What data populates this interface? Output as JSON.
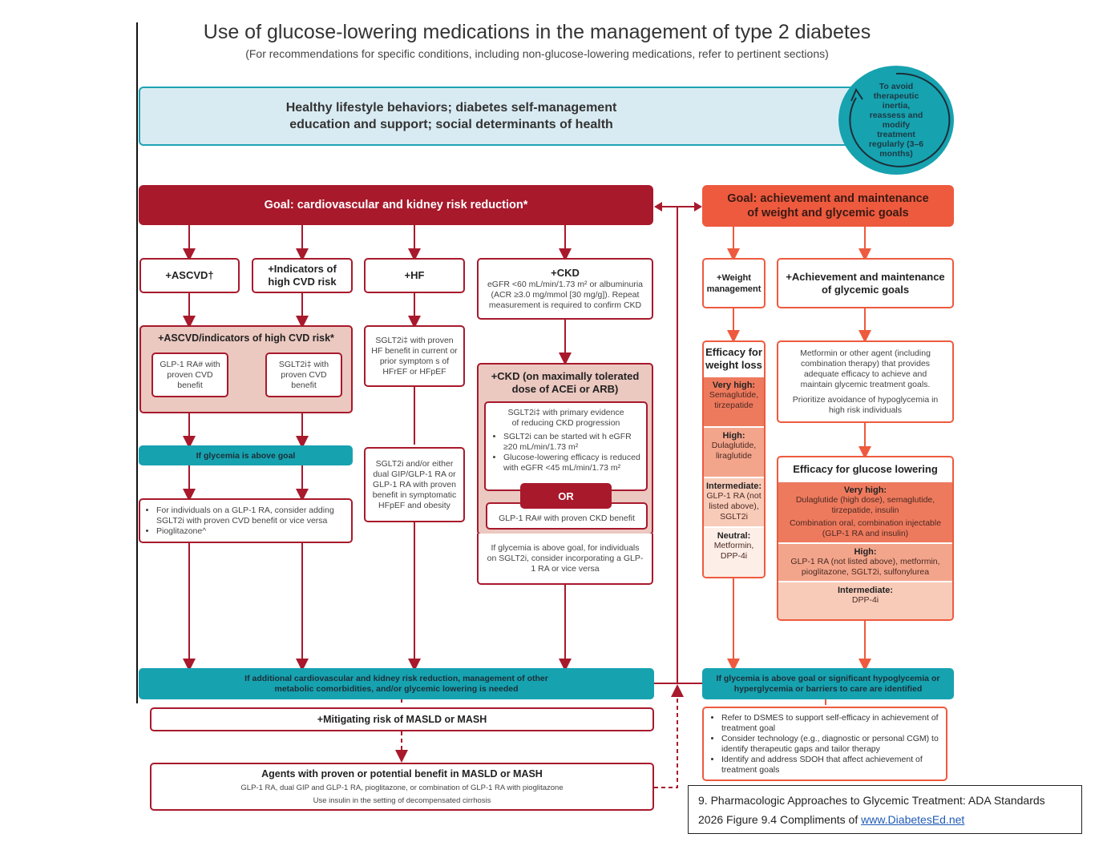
{
  "header": {
    "title": "Use of glucose-lowering medications in the management of type 2 diabetes",
    "subtitle": "(For recommendations for specific conditions, including non-glucose-lowering medications, refer to pertinent sections)"
  },
  "lifestyle": {
    "line1": "Healthy lifestyle behaviors; diabetes self-management",
    "line2": "education and support; social determinants of health"
  },
  "reassess_circle": {
    "icon": "cycle-arrow-icon",
    "text": "To avoid therapeutic inertia, reassess and modify treatment regularly (3–6 months)"
  },
  "left_goal": {
    "label": "Goal: cardiovascular and kidney risk reduction*",
    "conditions": [
      {
        "label": "+ASCVD†"
      },
      {
        "label": "+Indicators of high CVD risk"
      },
      {
        "label": "+HF"
      },
      {
        "label": "+CKD",
        "detail": "eGFR <60 mL/min/1.73 m² or albuminuria (ACR ≥3.0 mg/mmol [30 mg/g]). Repeat measurement is required to confirm CKD"
      }
    ],
    "ascvd_panel": {
      "title": "+ASCVD/indicators of high CVD risk*",
      "options": [
        "GLP-1 RA# with proven CVD benefit",
        "SGLT2i‡ with proven CVD benefit"
      ]
    },
    "glycemia_above_goal": "If glycemia is above goal",
    "ascvd_followup": [
      "For individuals on a GLP-1 RA, consider adding SGLT2i with proven CVD benefit or vice versa",
      "Pioglitazone^"
    ],
    "hf_first": "SGLT2i‡ with proven HF benefit in current or prior symptom s of HFrEF or HFpEF",
    "hf_second": "SGLT2i and/or either dual GIP/GLP-1 RA or GLP-1 RA with proven benefit in symptomatic HFpEF and obesity",
    "ckd_panel": {
      "title": "+CKD (on maximally tolerated dose of ACEi or ARB)",
      "sglt2_title": "SGLT2i‡ with primary evidence of reducing CKD progression",
      "sglt2_bullets": [
        "SGLT2i can be started wit h eGFR ≥20 mL/min/1.73 m²",
        "Glucose-lowering efficacy is reduced with eGFR <45 mL/min/1.73 m²"
      ],
      "or_label": "OR",
      "glp1_option": "GLP-1 RA# with proven CKD benefit",
      "followup": "If glycemia is above goal, for individuals on SGLT2i, consider incorporating a GLP-1 RA or vice versa"
    },
    "bottom_teal": "If additional cardiovascular and kidney risk reduction, management of other metabolic comorbidities, and/or glycemic lowering is needed",
    "masld_box": "+Mitigating risk of MASLD or MASH",
    "masld_agents": {
      "title": "Agents with proven or potential benefit in MASLD or MASH",
      "line1": "GLP-1 RA, dual GIP and GLP-1 RA, pioglitazone, or combination of GLP-1 RA with pioglitazone",
      "line2": "Use insulin in the setting of decompensated cirrhosis"
    }
  },
  "right_goal": {
    "label": "Goal: achievement and maintenance of weight and glycemic goals",
    "weight_box": "+Weight management",
    "glycemic_box": "+Achievement and maintenance of glycemic goals",
    "weight_efficacy": {
      "title": "Efficacy for weight loss",
      "tiers": [
        {
          "label": "Very high:",
          "value": "Semaglutide, tirzepatide",
          "color": "#ee7a5e"
        },
        {
          "label": "High:",
          "value": "Dulaglutide, liraglutide",
          "color": "#f3a58c"
        },
        {
          "label": "Intermediate:",
          "value": "GLP-1 RA (not listed above), SGLT2i",
          "color": "#f8cbb9"
        },
        {
          "label": "Neutral:",
          "value": "Metformin, DPP-4i",
          "color": "#fdeee7"
        }
      ]
    },
    "metformin_box": {
      "line1": "Metformin or other agent (including combination therapy) that provides adequate efficacy to achieve and maintain glycemic treatment goals.",
      "line2": "Prioritize avoidance of hypoglycemia in high risk individuals"
    },
    "glucose_efficacy": {
      "title": "Efficacy for glucose lowering",
      "tiers": [
        {
          "label": "Very high:",
          "value": "Dulaglutide (high dose), semaglutide, tirzepatide, insulin",
          "value2": "Combination oral, combination injectable (GLP-1 RA  and insulin)",
          "color": "#ee7a5e"
        },
        {
          "label": "High:",
          "value": "GLP-1 RA (not listed above), metformin, pioglitazone, SGLT2i, sulfonylurea",
          "color": "#f3a58c"
        },
        {
          "label": "Intermediate:",
          "value": "DPP-4i",
          "color": "#f8cbb9"
        }
      ]
    },
    "bottom_teal": "If glycemia is above goal or significant hypoglycemia or hyperglycemia or barriers to care are identified",
    "followup": [
      "Refer to DSMES to support self-efficacy in achievement of treatment goal",
      "Consider technology (e.g., diagnostic or personal CGM) to identify therapeutic gaps and tailor therapy",
      "Identify and address SDOH that affect achievement of treatment goals"
    ]
  },
  "caption": {
    "text": "9. Pharmacologic Approaches to Glycemic Treatment: ADA Standards 2026  Figure 9.4 Compliments of ",
    "link": "www.DiabetesEd.net"
  },
  "colors": {
    "dark_red": "#a8192c",
    "orange": "#ee5a3e",
    "teal": "#17a2b0",
    "light_blue": "#d9ebf2",
    "pink_panel": "#ebc8c0"
  }
}
